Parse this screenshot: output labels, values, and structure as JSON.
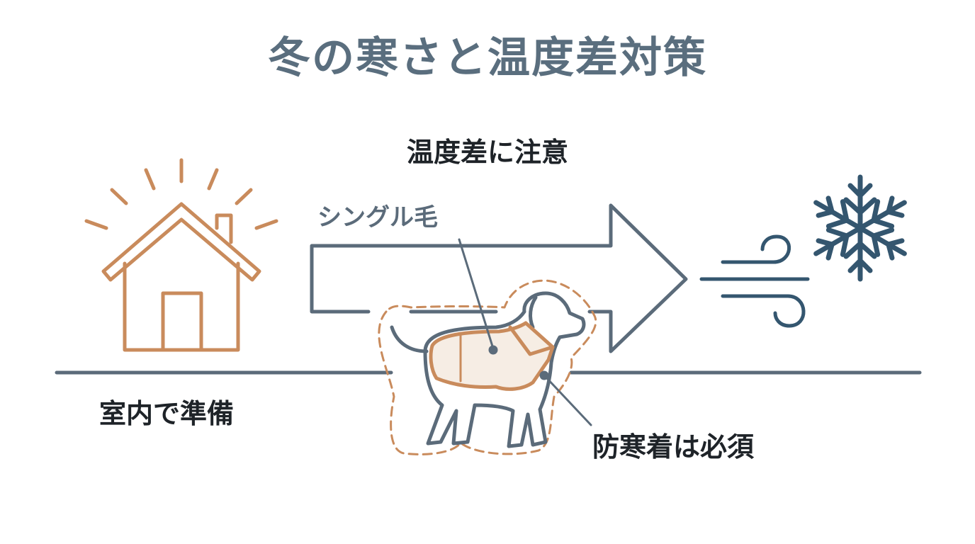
{
  "title": "冬の寒さと温度差対策",
  "subtitle": "温度差に注意",
  "labels": {
    "single_coat": "シングル毛",
    "indoor_prep": "室内で準備",
    "winter_wear": "防寒着は必須"
  },
  "icons": {
    "house": "house-with-sun-icon",
    "arrow": "right-arrow-icon",
    "wind": "wind-icon",
    "snow": "snowflake-icon",
    "dog": "dog-in-coat-icon"
  },
  "colors": {
    "title": "#5a6e7e",
    "text": "#1e2328",
    "line": "#5b6b7a",
    "warm": "#c98b5c",
    "cold": "#34566f"
  }
}
